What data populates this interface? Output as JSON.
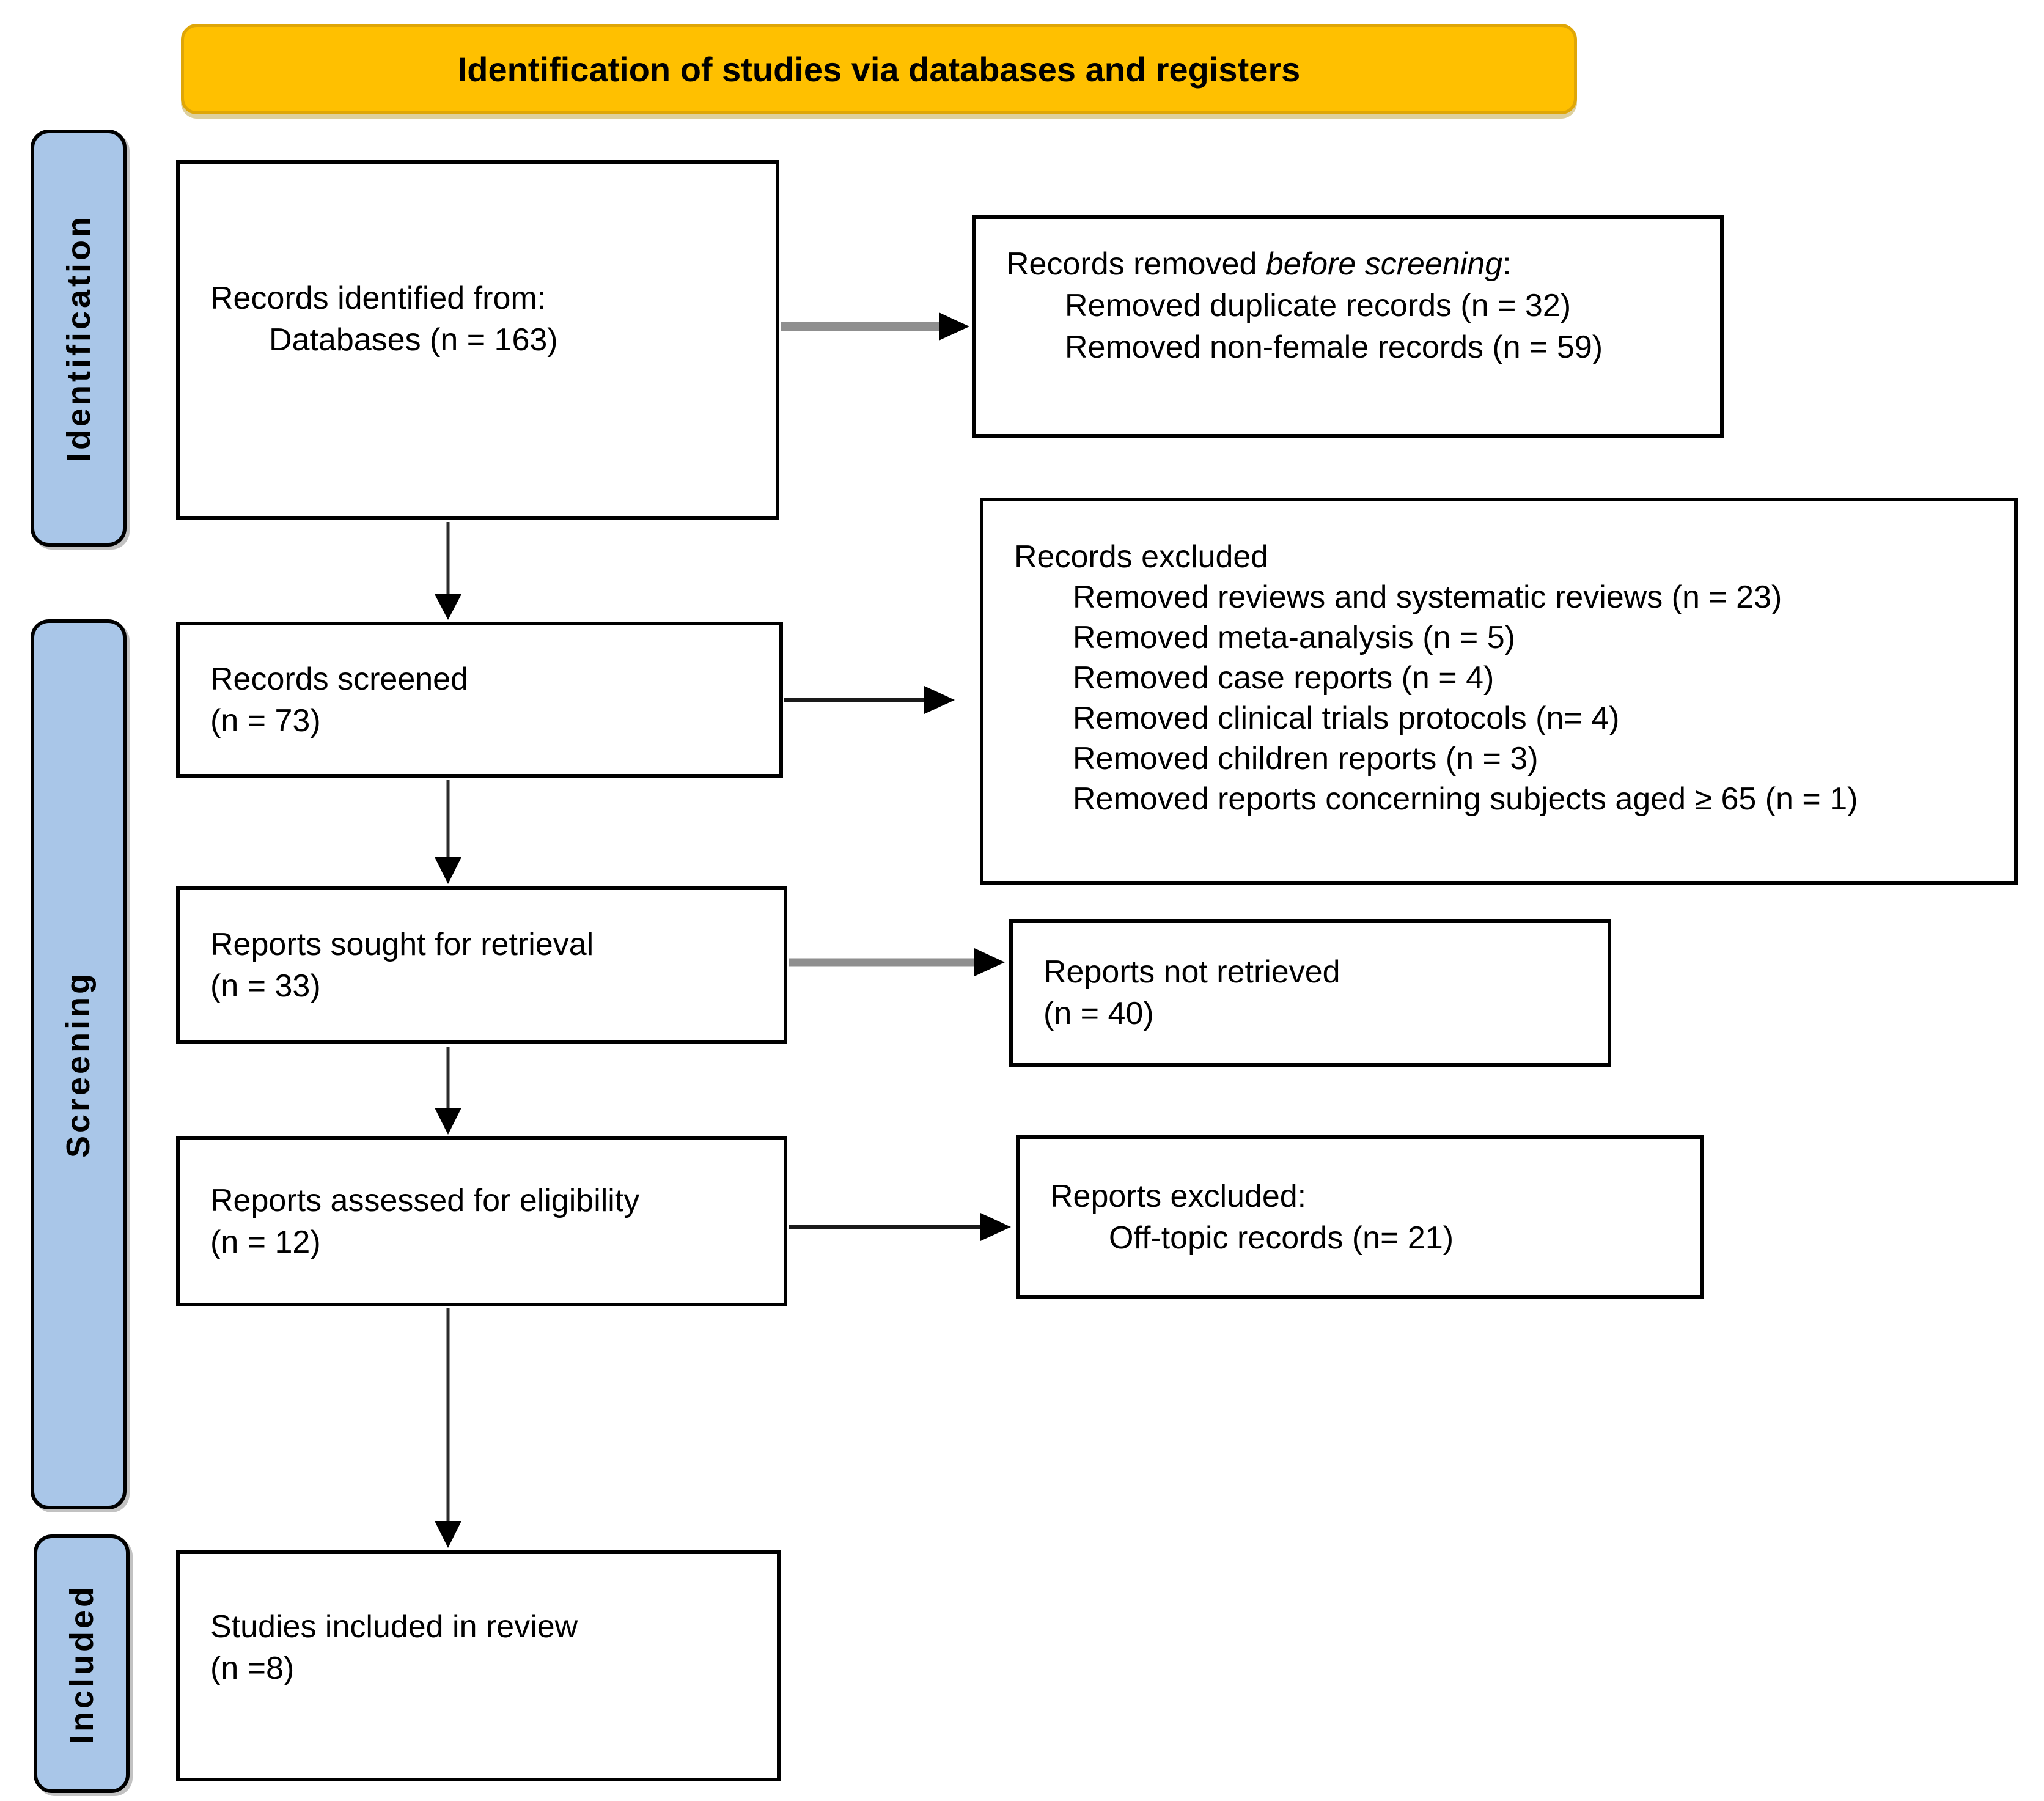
{
  "banner": {
    "title": "Identification of studies via databases and registers"
  },
  "sidebar": {
    "identification": "Identification",
    "screening": "Screening",
    "included": "Included"
  },
  "boxes": {
    "records_identified": {
      "line1": "Records identified from:",
      "line2": "Databases (n = 163)"
    },
    "records_removed": {
      "title_prefix": "Records removed ",
      "title_italic": "before screening",
      "title_suffix": ":",
      "item1": "Removed duplicate records (n = 32)",
      "item2": "Removed non-female records (n = 59)"
    },
    "records_screened": {
      "line1": "Records screened",
      "line2": "(n = 73)"
    },
    "records_excluded": {
      "title": "Records excluded",
      "item1": "Removed reviews and systematic reviews (n = 23)",
      "item2": "Removed meta-analysis (n = 5)",
      "item3": "Removed case reports (n = 4)",
      "item4": "Removed clinical trials protocols (n= 4)",
      "item5": "Removed children reports (n = 3)",
      "item6": "Removed reports concerning subjects aged ≥ 65 (n = 1)"
    },
    "reports_sought": {
      "line1": "Reports sought for retrieval",
      "line2": "(n = 33)"
    },
    "reports_not_retrieved": {
      "line1": "Reports not retrieved",
      "line2": "(n = 40)"
    },
    "reports_assessed": {
      "line1": "Reports assessed for eligibility",
      "line2": "(n = 12)"
    },
    "reports_excluded": {
      "title": "Reports excluded:",
      "item1": "Off-topic records (n= 21)"
    },
    "studies_included": {
      "line1": "Studies included in review",
      "line2": "(n =8)"
    }
  },
  "colors": {
    "banner_fill": "#FFC000",
    "banner_border": "#DFA607",
    "stage_fill": "#A9C6E8",
    "box_border": "#000000",
    "arrow_gray": "#8F8F8F",
    "arrow_black": "#1A1A1A"
  }
}
